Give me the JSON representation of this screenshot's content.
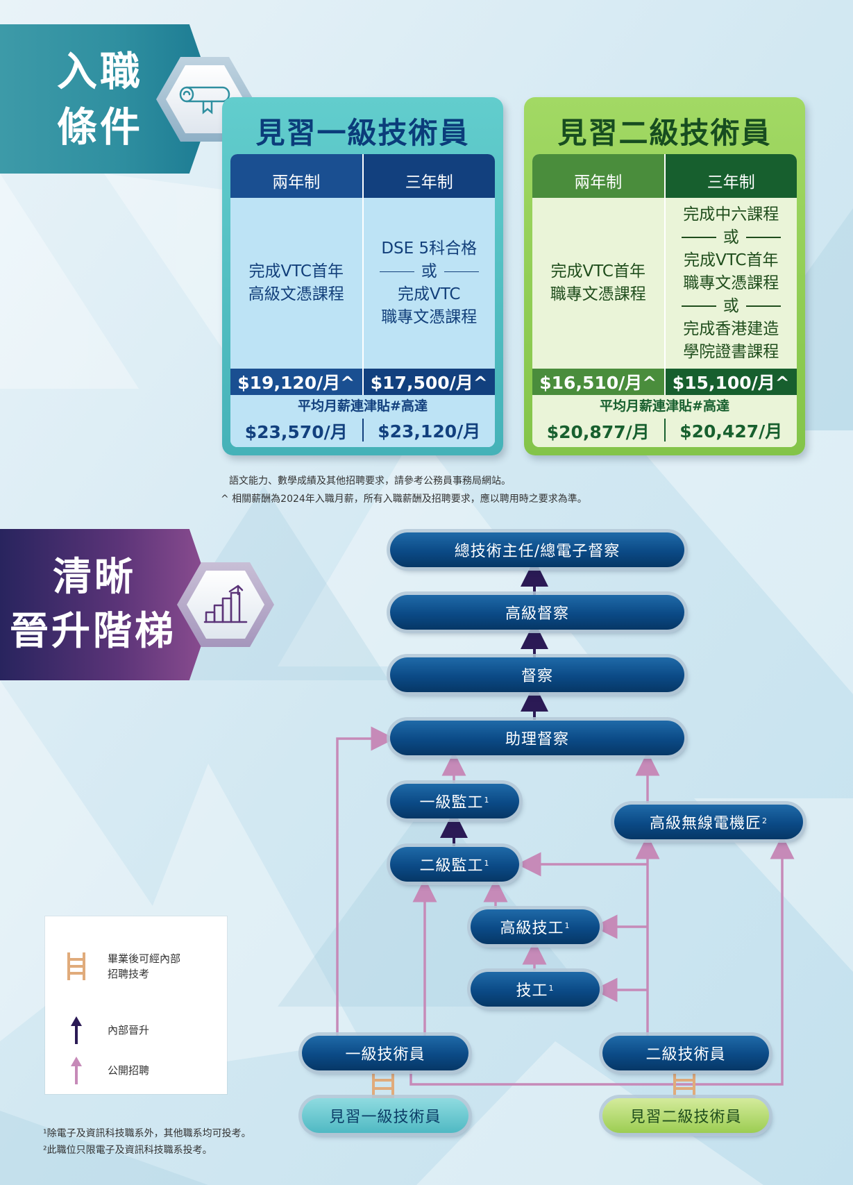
{
  "section_entry": {
    "line1": "入職",
    "line2": "條件"
  },
  "section_ladder": {
    "line1": "清晰",
    "line2": "晉升階梯"
  },
  "icons": {
    "entry": "diploma-scroll-icon",
    "ladder": "growth-steps-icon"
  },
  "card1": {
    "title": "見習一級技術員",
    "tabs": [
      "兩年制",
      "三年制"
    ],
    "req_two_year": [
      "完成VTC首年",
      "高級文憑課程"
    ],
    "req_three_year": {
      "a": "DSE 5科合格",
      "or": "或",
      "b1": "完成VTC",
      "b2": "職專文憑課程"
    },
    "pay": [
      "$19,120/月^",
      "$17,500/月^"
    ],
    "allowance_label": "平均月薪連津貼#高達",
    "total": [
      "$23,570/月",
      "$23,120/月"
    ]
  },
  "card2": {
    "title": "見習二級技術員",
    "tabs": [
      "兩年制",
      "三年制"
    ],
    "req_two_year": [
      "完成VTC首年",
      "職專文憑課程"
    ],
    "req_three_year": {
      "a": "完成中六課程",
      "or1": "或",
      "b1": "完成VTC首年",
      "b2": "職專文憑課程",
      "or2": "或",
      "c1": "完成香港建造",
      "c2": "學院證書課程"
    },
    "pay": [
      "$16,510/月^",
      "$15,100/月^"
    ],
    "allowance_label": "平均月薪連津貼#高達",
    "total": [
      "$20,877/月",
      "$20,427/月"
    ]
  },
  "notes": {
    "n1": "語文能力、數學成績及其他招聘要求，請參考公務員事務局網站。",
    "n2": "^ 相關薪酬為2024年入職月薪，所有入職薪酬及招聘要求，應以聘用時之要求為準。"
  },
  "ladder": {
    "chief": "總技術主任/總電子督察",
    "senior_inspector": "高級督察",
    "inspector": "督察",
    "assistant_inspector": "助理督察",
    "foreman1": "一級監工",
    "foreman2": "二級監工",
    "senior_radio": "高級無線電機匠",
    "senior_artisan": "高級技工",
    "artisan": "技工",
    "tech1": "一級技術員",
    "tech2": "二級技術員",
    "trainee1": "見習一級技術員",
    "trainee2": "見習二級技術員",
    "sup1": "1",
    "sup2": "2"
  },
  "legend": {
    "ladder_l1": "畢業後可經內部",
    "ladder_l2": "招聘技考",
    "internal": "內部晉升",
    "open": "公開招聘"
  },
  "footnotes": {
    "f1": "¹除電子及資訊科技職系外，其他職系均可投考。",
    "f2": "²此職位只限電子及資訊科技職系投考。"
  },
  "colors": {
    "card1_frame": "#5bc4c4",
    "card1_header": "#1a4f91",
    "card1_cell": "#bde3f5",
    "card2_frame": "#8ccb4f",
    "card2_header_a": "#4a8d3c",
    "card2_header_b": "#175f2e",
    "card2_cell": "#eaf4d8",
    "internal_arrow": "#2b1a55",
    "open_arrow": "#c68ab8",
    "ladder_icon": "#e0ab7b"
  }
}
